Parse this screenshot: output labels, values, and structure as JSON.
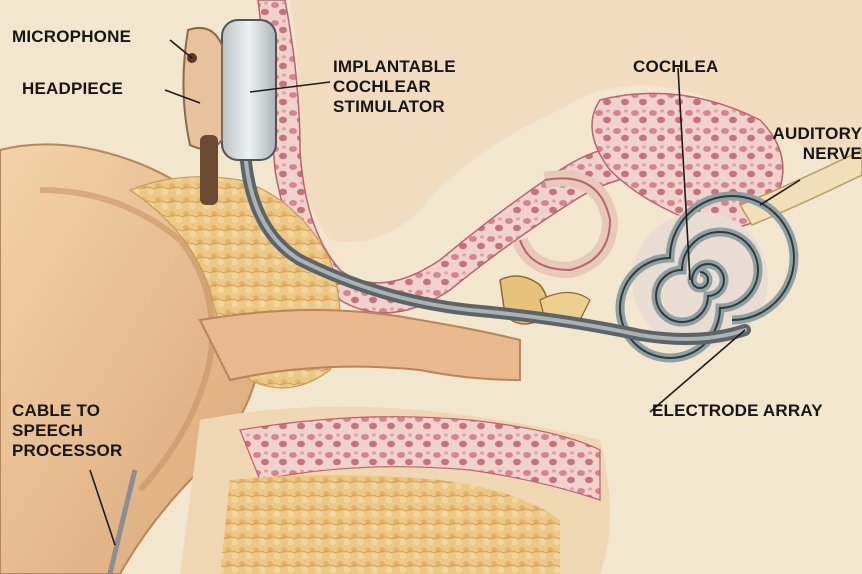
{
  "labels": {
    "microphone": "MICROPHONE",
    "headpiece": "HEADPIECE",
    "stimulator": [
      "IMPLANTABLE",
      "COCHLEAR",
      "STIMULATOR"
    ],
    "cochlea": "COCHLEA",
    "auditory_nerve": [
      "AUDITORY",
      "NERVE"
    ],
    "cable": [
      "CABLE TO",
      "SPEECH",
      "PROCESSOR"
    ],
    "electrode_array": "ELECTRODE ARRAY"
  },
  "colors": {
    "background": "#f3e6cf",
    "skin": "#eec59a",
    "bone_pink": "#d98a94",
    "fat_yellow": "#e8c27a",
    "device": "#cfd6d8",
    "cable": "#5d6468",
    "cochlea_coil": "#9aa7a8",
    "label_text": "#161616"
  }
}
